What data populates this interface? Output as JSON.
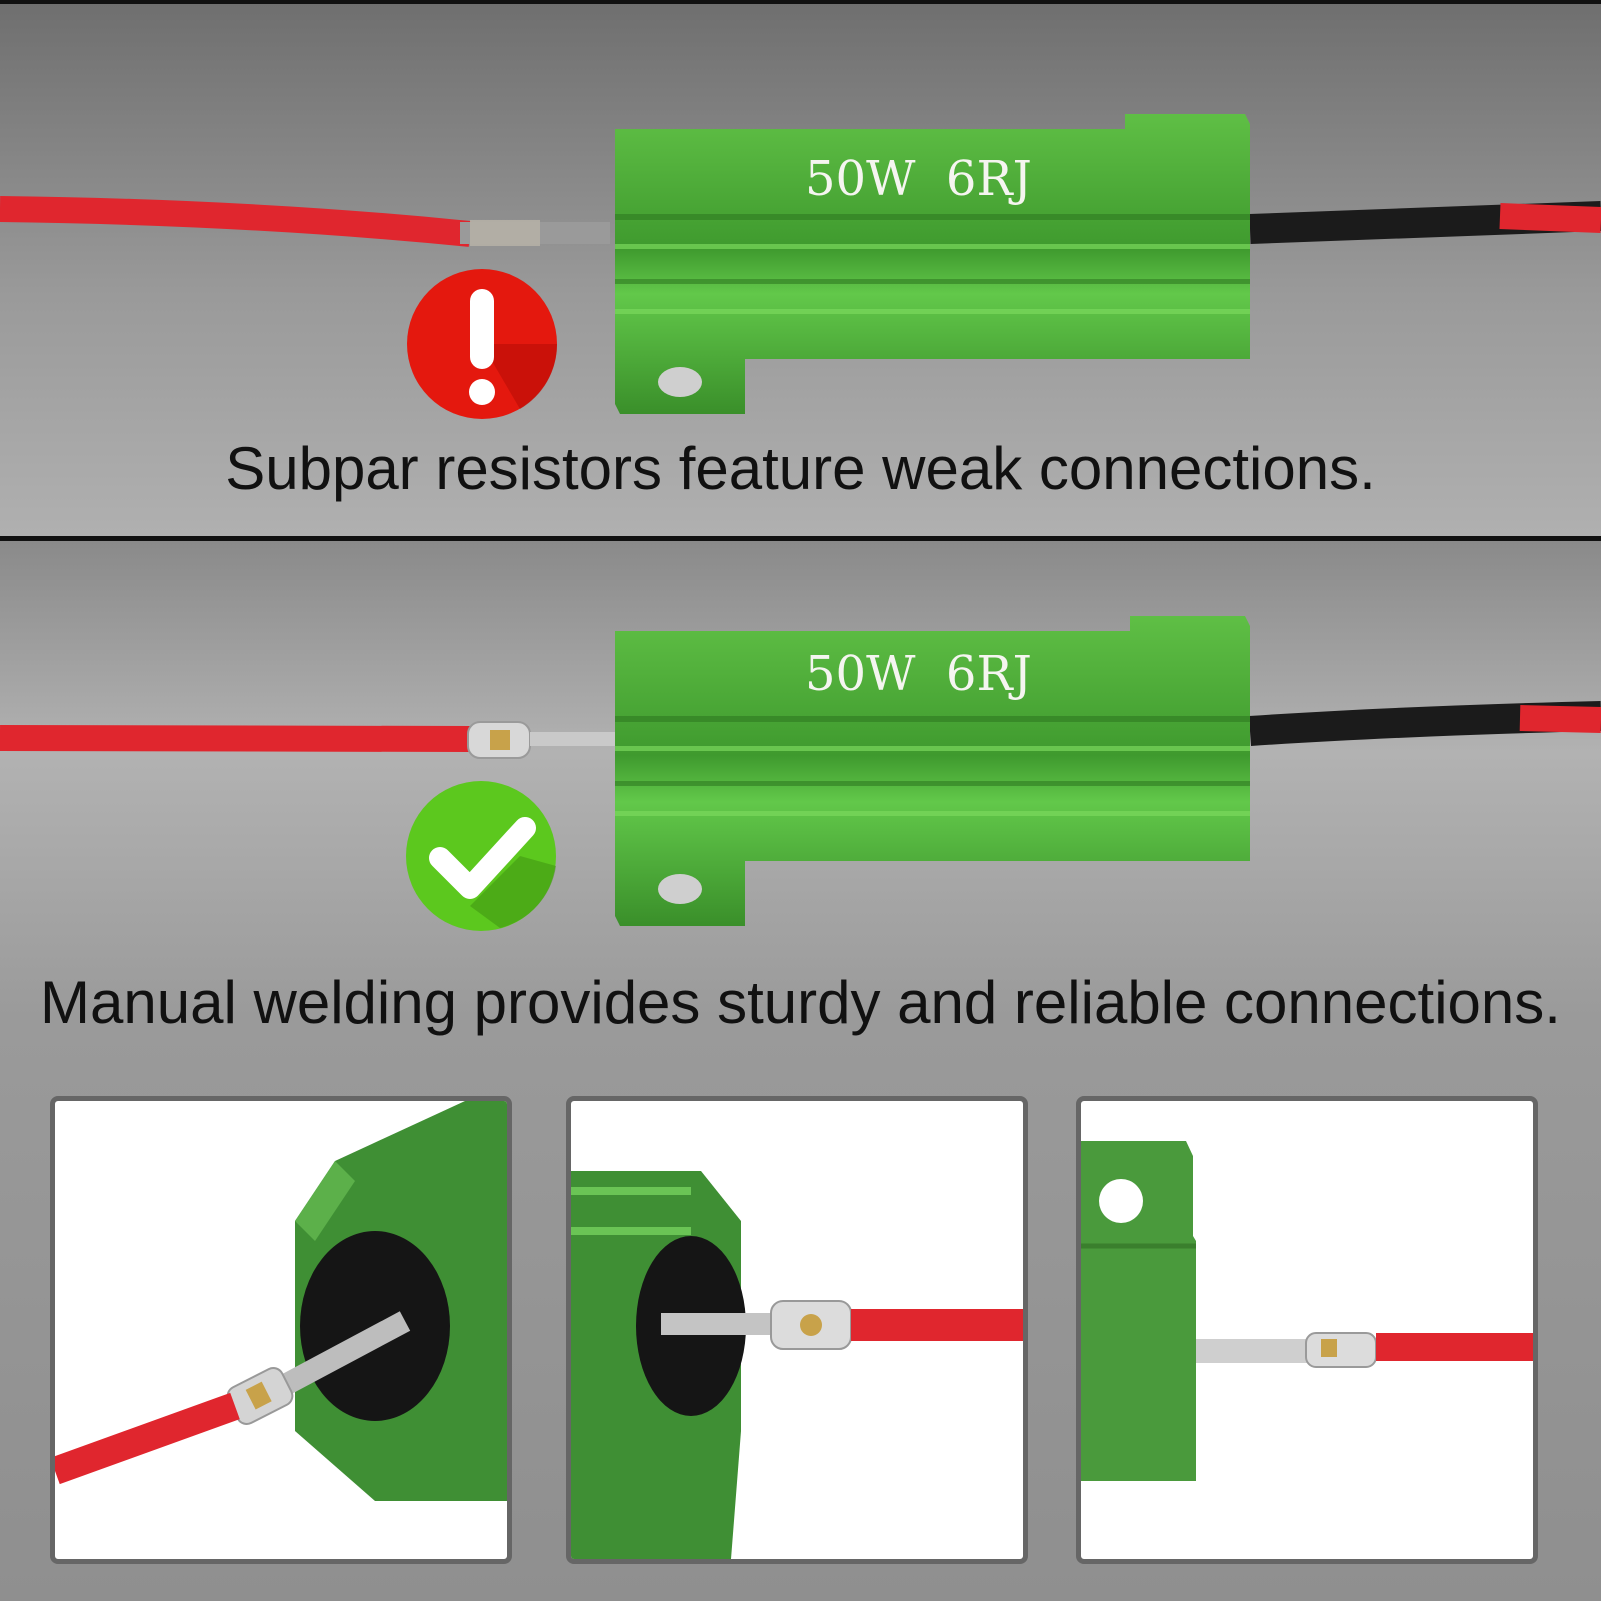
{
  "comparison": {
    "bad": {
      "caption": "Subpar resistors feature weak connections.",
      "resistor_label": "50W  6RJ",
      "status_icon": "exclamation-icon",
      "status_color": "#e4180e"
    },
    "good": {
      "caption": "Manual welding provides sturdy and reliable connections.",
      "resistor_label": "50W  6RJ",
      "status_icon": "checkmark-icon",
      "status_color": "#5cc81e"
    }
  },
  "colors": {
    "resistor_green": "#4fa83a",
    "wire_red": "#e0262e",
    "sleeve_black": "#1b1b1b"
  },
  "detail_photos": [
    {
      "icon": "resistor-end-closeup-icon"
    },
    {
      "icon": "resistor-side-closeup-icon"
    },
    {
      "icon": "resistor-mount-closeup-icon"
    }
  ]
}
